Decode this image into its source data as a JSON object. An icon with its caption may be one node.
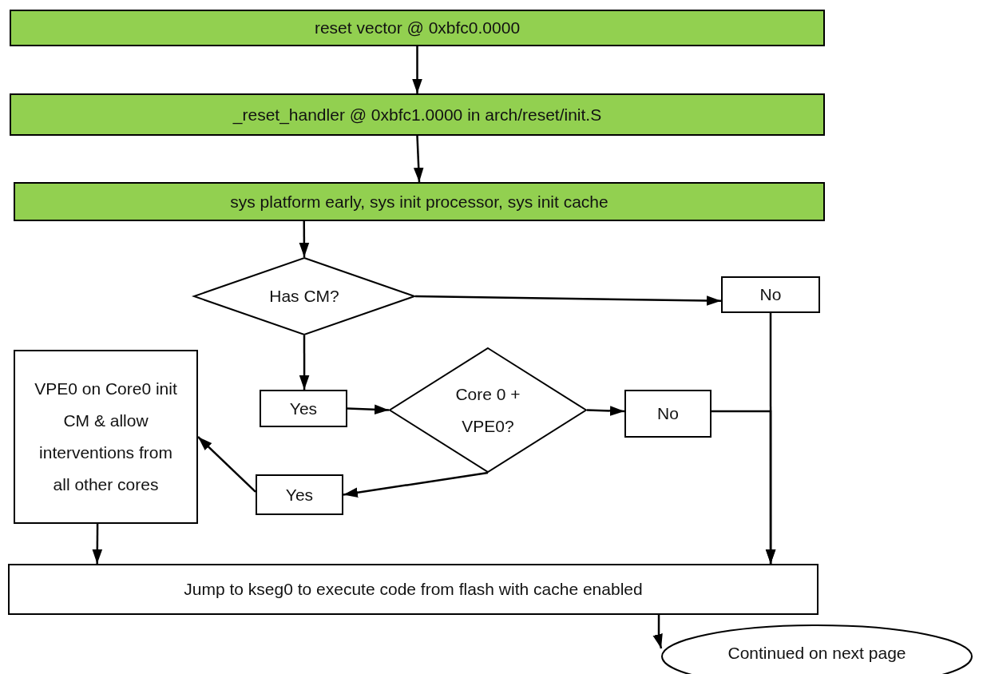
{
  "diagram": {
    "nodes": [
      {
        "text": [
          "reset vector @ 0xbfc0.0000"
        ]
      },
      {
        "text": [
          "_reset_handler @ 0xbfc1.0000 in arch/reset/init.S"
        ]
      },
      {
        "text": [
          "sys platform early, sys init processor, sys init cache"
        ]
      },
      {
        "text": [
          "Has CM?"
        ]
      },
      {
        "text": [
          "No"
        ]
      },
      {
        "text": [
          "Yes"
        ]
      },
      {
        "text": [
          "Core 0 + VPE0?"
        ]
      },
      {
        "text": [
          "No"
        ]
      },
      {
        "text": [
          "VPE0 on Core0 init CM & allow interventions from all other cores"
        ]
      },
      {
        "text": [
          "Yes"
        ]
      },
      {
        "text": [
          "Jump to kseg0 to execute code from flash with cache enabled"
        ]
      },
      {
        "text": [
          "Continued on next page"
        ]
      }
    ],
    "edges": [
      {
        "from": 0,
        "to": 1,
        "arrow": "to"
      },
      {
        "from": 1,
        "to": 2,
        "arrow": "to"
      },
      {
        "from": 2,
        "to": 3,
        "arrow": "to"
      },
      {
        "from": 3,
        "to": 4,
        "arrow": "to"
      },
      {
        "from": 3,
        "to": 5,
        "arrow": "to"
      },
      {
        "from": 5,
        "to": 6,
        "arrow": "to"
      },
      {
        "from": 6,
        "to": 7,
        "arrow": "to"
      },
      {
        "from": 6,
        "to": 9,
        "arrow": "to"
      },
      {
        "from": 9,
        "to": 8,
        "arrow": "to"
      },
      {
        "from": 8,
        "to": 10,
        "arrow": "to"
      },
      {
        "from": 4,
        "to": 10,
        "arrow": "to"
      },
      {
        "from": 7,
        "to": 10,
        "arrow": "to"
      },
      {
        "from": 10,
        "to": 11,
        "arrow": "to"
      }
    ]
  }
}
